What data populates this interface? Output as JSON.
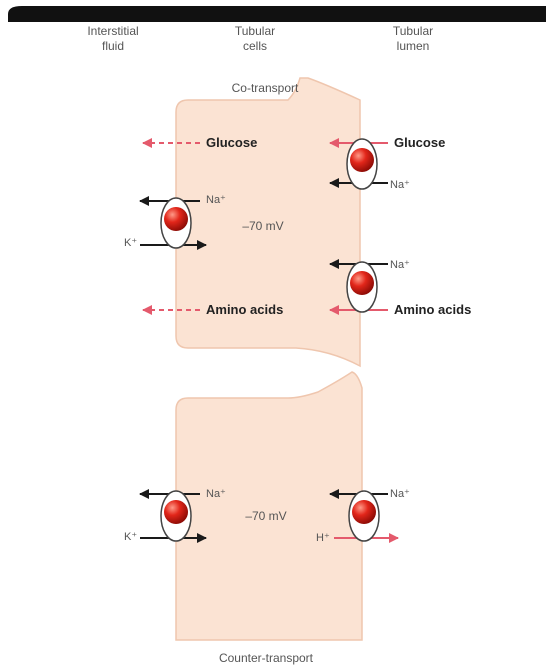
{
  "columns": {
    "interstitial": [
      "Interstitial",
      "fluid"
    ],
    "tubular_cells": [
      "Tubular",
      "cells"
    ],
    "tubular_lumen": [
      "Tubular",
      "lumen"
    ]
  },
  "top_cell": {
    "title": "Co-transport",
    "potential": "–70 mV",
    "glucose_left": "Glucose",
    "glucose_right": "Glucose",
    "amino_left": "Amino acids",
    "amino_right": "Amino acids",
    "na_pump": "Na⁺",
    "k_pump": "K⁺",
    "na_glucose": "Na⁺",
    "na_amino": "Na⁺"
  },
  "bottom_cell": {
    "title": "Counter-transport",
    "potential": "–70 mV",
    "na_pump": "Na⁺",
    "k_pump": "K⁺",
    "na_exchanger": "Na⁺",
    "h_exchanger": "H⁺"
  },
  "colors": {
    "cell_fill": "#fbe3d3",
    "cell_stroke": "#efc6ae",
    "arrow_black": "#1a1a1a",
    "arrow_pink": "#e45a6c",
    "carrier_red": "#d41a10"
  }
}
